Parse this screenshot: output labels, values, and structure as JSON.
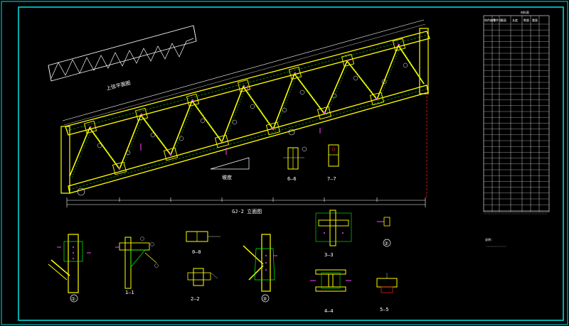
{
  "drawing": {
    "main_view_title": "GJ-2 立面图",
    "skew_view_title": "上弦平面图",
    "slope_note": "坡度",
    "section_labels": [
      "6—6",
      "7—7",
      "0—0",
      "1—1",
      "2—2",
      "3—3",
      "4—4",
      "5—5"
    ],
    "node_labels": [
      "①",
      "②",
      "③"
    ]
  },
  "material_table": {
    "title": "材料表",
    "headers": [
      "构件编号",
      "零件号",
      "截面",
      "长度",
      "数量",
      "重量"
    ]
  },
  "notes": {
    "title": "说明:"
  },
  "colors": {
    "frame": "#00e5e5",
    "truss_chord": "#ffff00",
    "truss_web": "#ffff00",
    "dimension": "#ffffff",
    "text": "#ffffff",
    "accent_red": "#ff2020",
    "accent_magenta": "#ff40ff",
    "accent_green": "#00ff00"
  }
}
